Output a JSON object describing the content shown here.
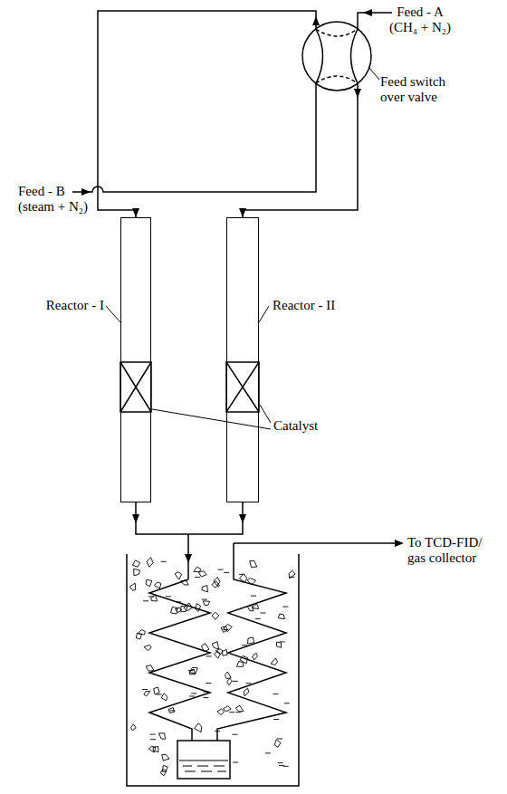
{
  "diagram": {
    "nodes": [
      {
        "text": [
          "Reactor - I"
        ]
      },
      {
        "text": [
          "Reactor - II"
        ]
      }
    ],
    "labels": [
      "Feed - A (CH₄ + N₂)",
      "Feed switch over valve",
      "Feed - B (steam + N₂)",
      "Catalyst",
      "To TCD-FID/ gas collector"
    ]
  }
}
